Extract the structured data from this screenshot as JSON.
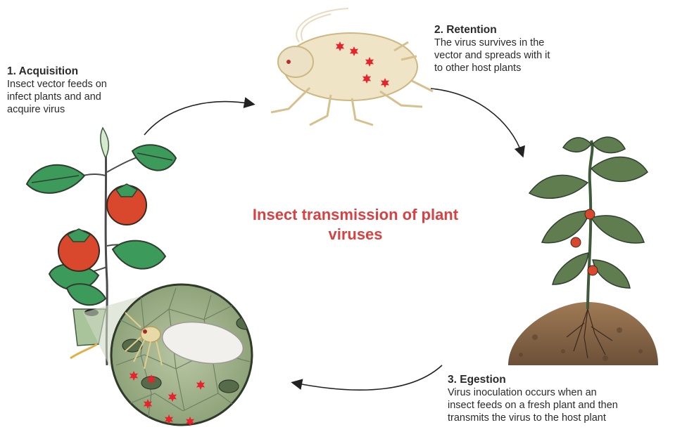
{
  "title": "Insect transmission of plant\nviruses",
  "steps": [
    {
      "heading": "1. Acquisition",
      "text": "Insect vector feeds on\ninfect plants and and\nacquire virus"
    },
    {
      "heading": "2. Retention",
      "text": "The virus survives in the\nvector and spreads with it\nto other host plants"
    },
    {
      "heading": "3. Egestion",
      "text": "Virus inoculation occurs when an\ninsect feeds on a fresh plant and then\ntransmits the virus to the host plant"
    }
  ],
  "colors": {
    "title": "#d84141",
    "virus": "#e8232b",
    "leaf": "#3c9a5b",
    "tomato": "#d9472c",
    "arrow": "#222222",
    "soil": "#7a5a3c"
  },
  "icons": [
    "tomato-plant-icon",
    "aphid-icon",
    "healthy-plant-icon",
    "whitefly-leaf-magnifier-icon",
    "virus-particle-icon",
    "cycle-arrow-icon"
  ]
}
